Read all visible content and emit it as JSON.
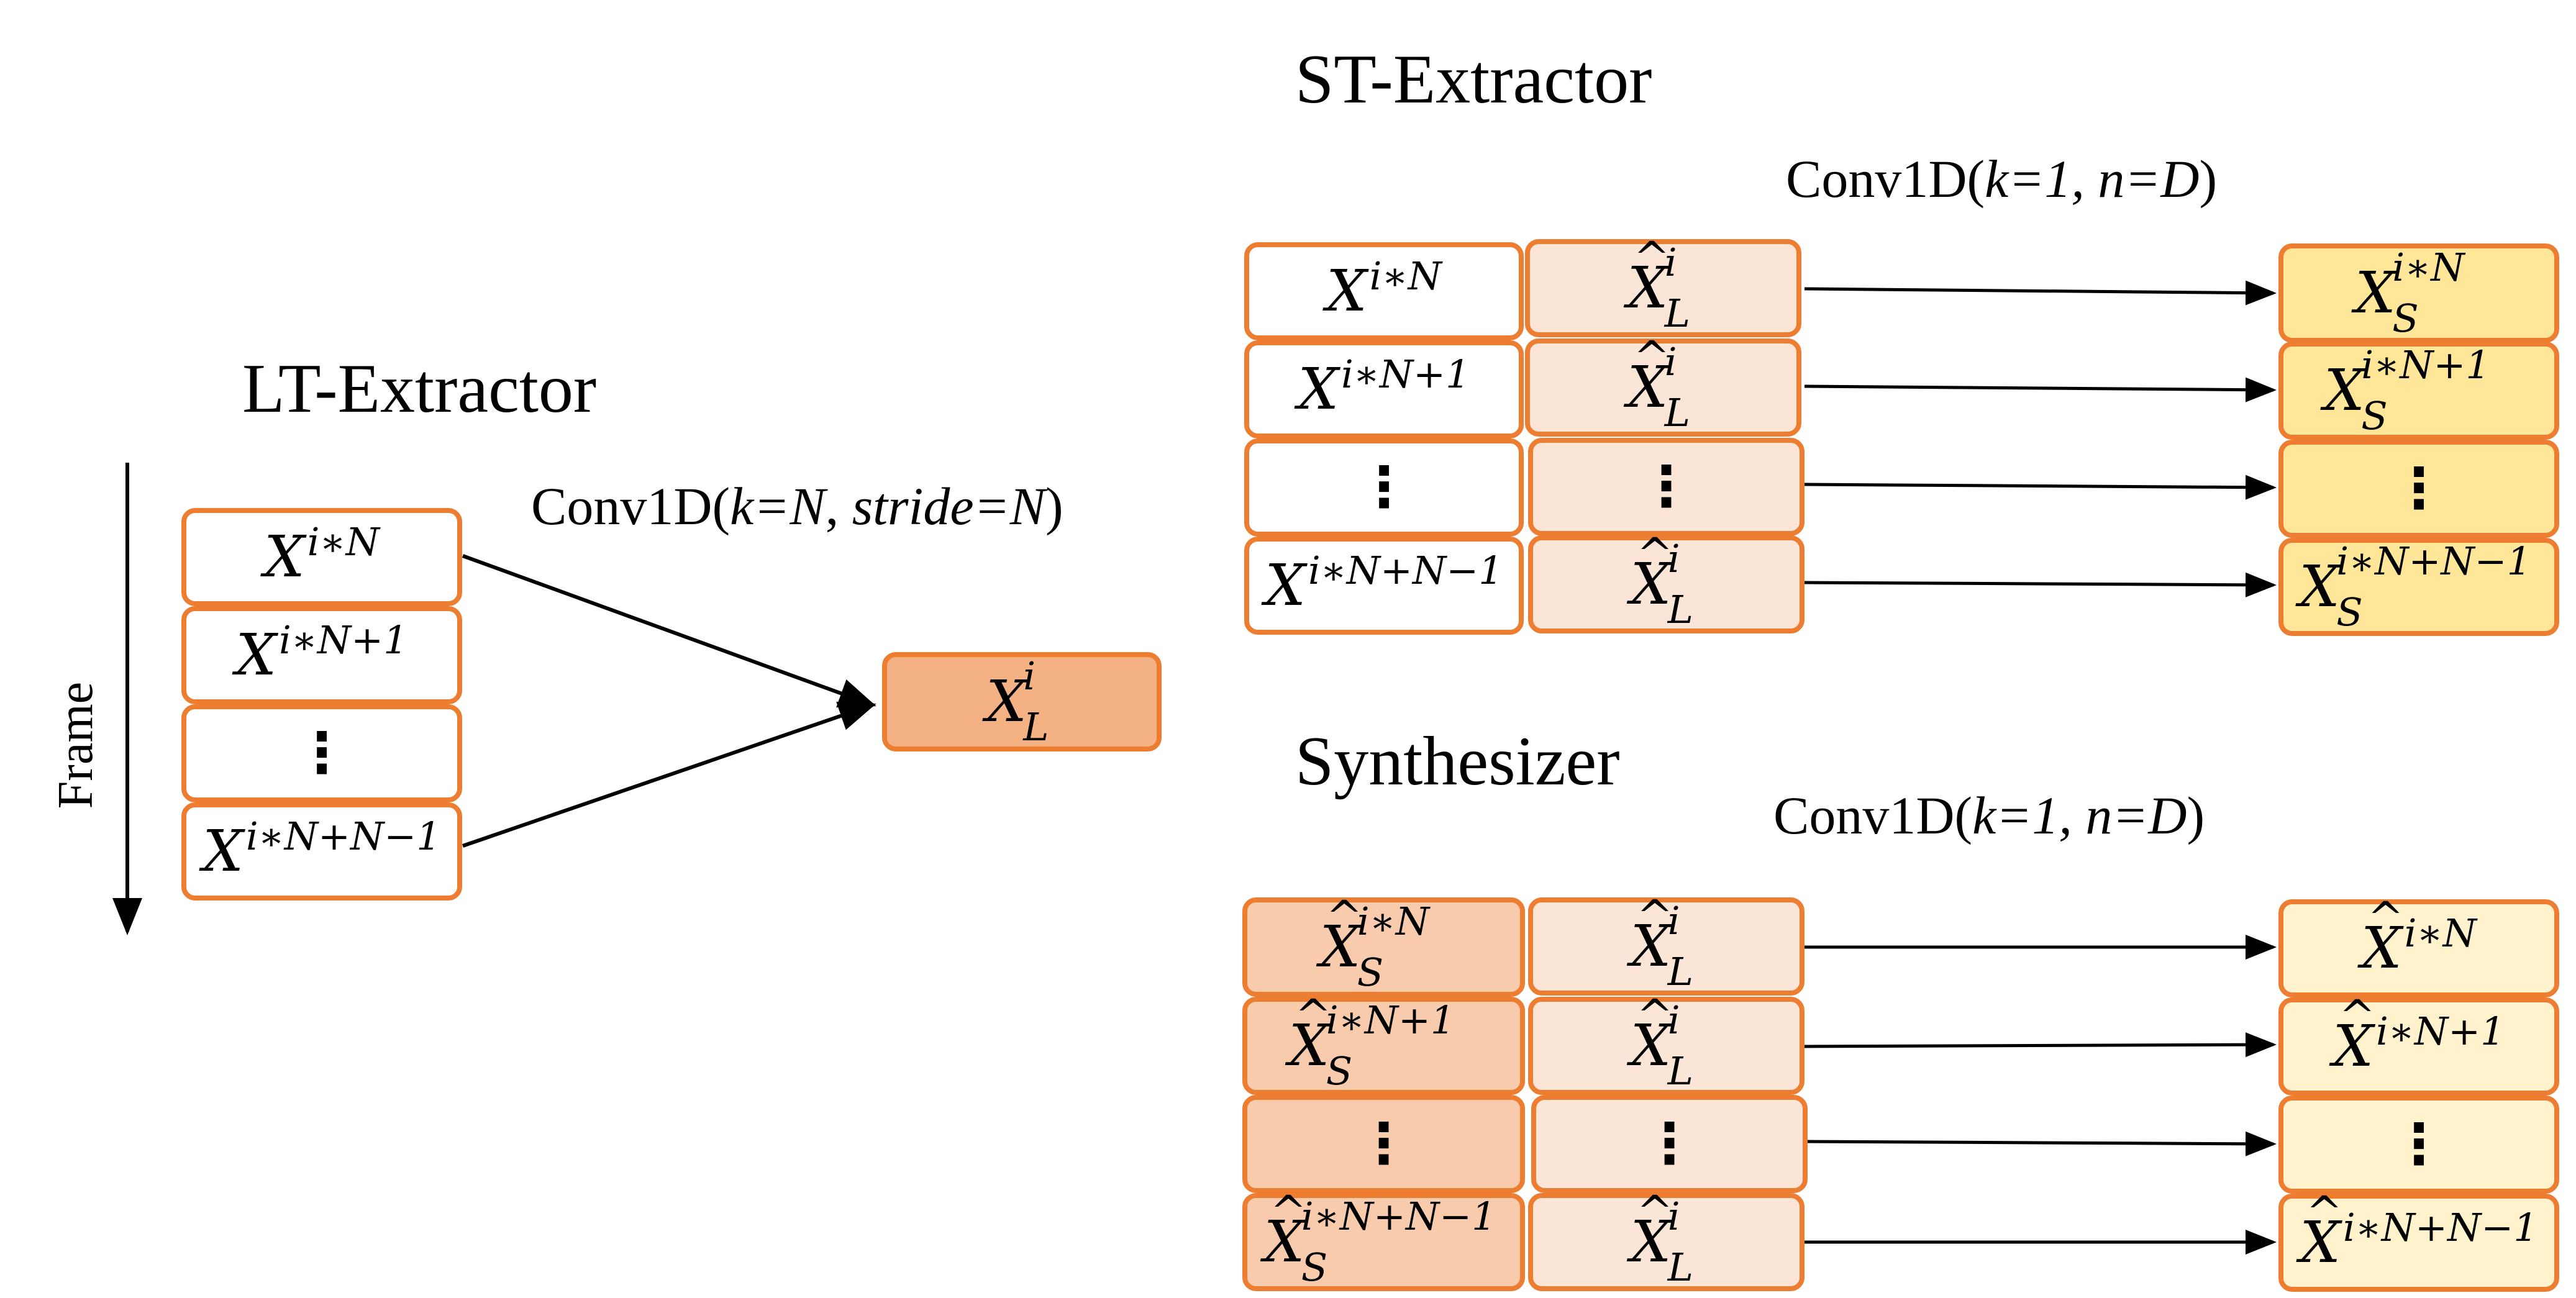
{
  "titles": {
    "lt": "LT-Extractor",
    "st": "ST-Extractor",
    "syn": "Synthesizer"
  },
  "axis": {
    "frame": "Frame"
  },
  "conv": {
    "lt": {
      "prefix": "Conv1D(",
      "k": "k=N",
      "sep": ", ",
      "stride": "stride=N",
      "suffix": ")"
    },
    "st": {
      "prefix": "Conv1D(",
      "args": "k=1, n=D",
      "suffix": ")"
    },
    "syn": {
      "prefix": "Conv1D(",
      "args": "k=1, n=D",
      "suffix": ")"
    }
  },
  "math": {
    "X": "X",
    "X_hat_char": "^",
    "vdots": "⋮",
    "sub_L": "L",
    "sub_S": "S",
    "sup_i": "i",
    "sup_iN": "i∗N",
    "sup_iN1": "i∗N+1",
    "sup_iNN1": "i∗N+N−1"
  },
  "colors": {
    "border": "#ed7d31",
    "lt_output": "#f4b183",
    "long_term_feature": "#fbe5d6",
    "st_output": "#ffe699",
    "syn_short_input": "#f8cbad",
    "syn_output": "#fff2cc"
  }
}
